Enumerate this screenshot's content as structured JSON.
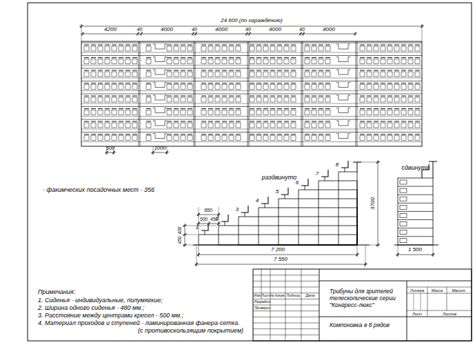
{
  "diagram": {
    "labels": [
      "24 600 (по ограждению)",
      "4200",
      "40",
      "4000",
      "40",
      "4000",
      "40",
      "4000",
      "40",
      "4000",
      "500",
      "1000",
      "- факимческих посадочных мест - 356",
      "раздвинуто",
      "сдвинуто",
      "1",
      "2",
      "3",
      "4",
      "5",
      "6",
      "7",
      "8",
      "950",
      "500",
      "450",
      "400",
      "450",
      "7 200",
      "7 550",
      "3700",
      "1 500",
      "Примечания:",
      "1. Сиденья - индивидуальные, полумягкие;",
      "2. Ширина одного сиденья - 480 мм.;",
      "3. Расстояние между центрами кресел - 500 мм.;",
      "4. Материал проходов и ступеней - ламинированная фанера-сетка.",
      "(с противоскользящим покрытием)",
      "Изм",
      "Лист",
      "№ докум.",
      "Подпись",
      "Дата",
      "Разработ.",
      "Проверил",
      "Трибуны для зрителей телескопические серии \"Конгресс-люкс\"",
      "Компоновка в 8 рядов",
      "Литера",
      "Масса",
      "Масшт.",
      "Лист",
      "Листов"
    ]
  }
}
